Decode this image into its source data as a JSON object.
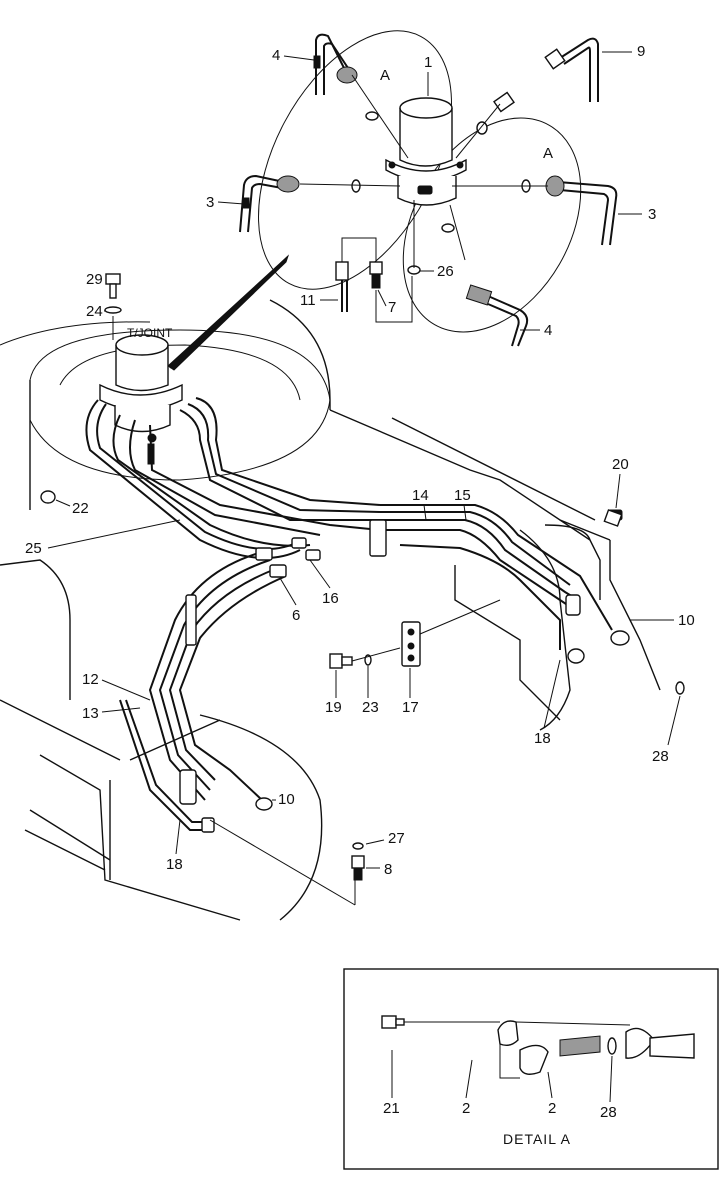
{
  "labels": {
    "tjoint": "T/JOINT",
    "view_a_left": "A",
    "view_a_right": "A",
    "detail_title": "DETAIL A"
  },
  "callouts": {
    "c1": "1",
    "c2a": "2",
    "c2b": "2",
    "c3a": "3",
    "c3b": "3",
    "c4a": "4",
    "c4b": "4",
    "c6": "6",
    "c7": "7",
    "c8": "8",
    "c9": "9",
    "c10a": "10",
    "c10b": "10",
    "c11": "11",
    "c12": "12",
    "c13": "13",
    "c14": "14",
    "c15": "15",
    "c16": "16",
    "c17": "17",
    "c18a": "18",
    "c18b": "18",
    "c19": "19",
    "c20": "20",
    "c21": "21",
    "c22": "22",
    "c23": "23",
    "c24": "24",
    "c25": "25",
    "c26": "26",
    "c27": "27",
    "c28a": "28",
    "c28b": "28",
    "c29": "29"
  }
}
